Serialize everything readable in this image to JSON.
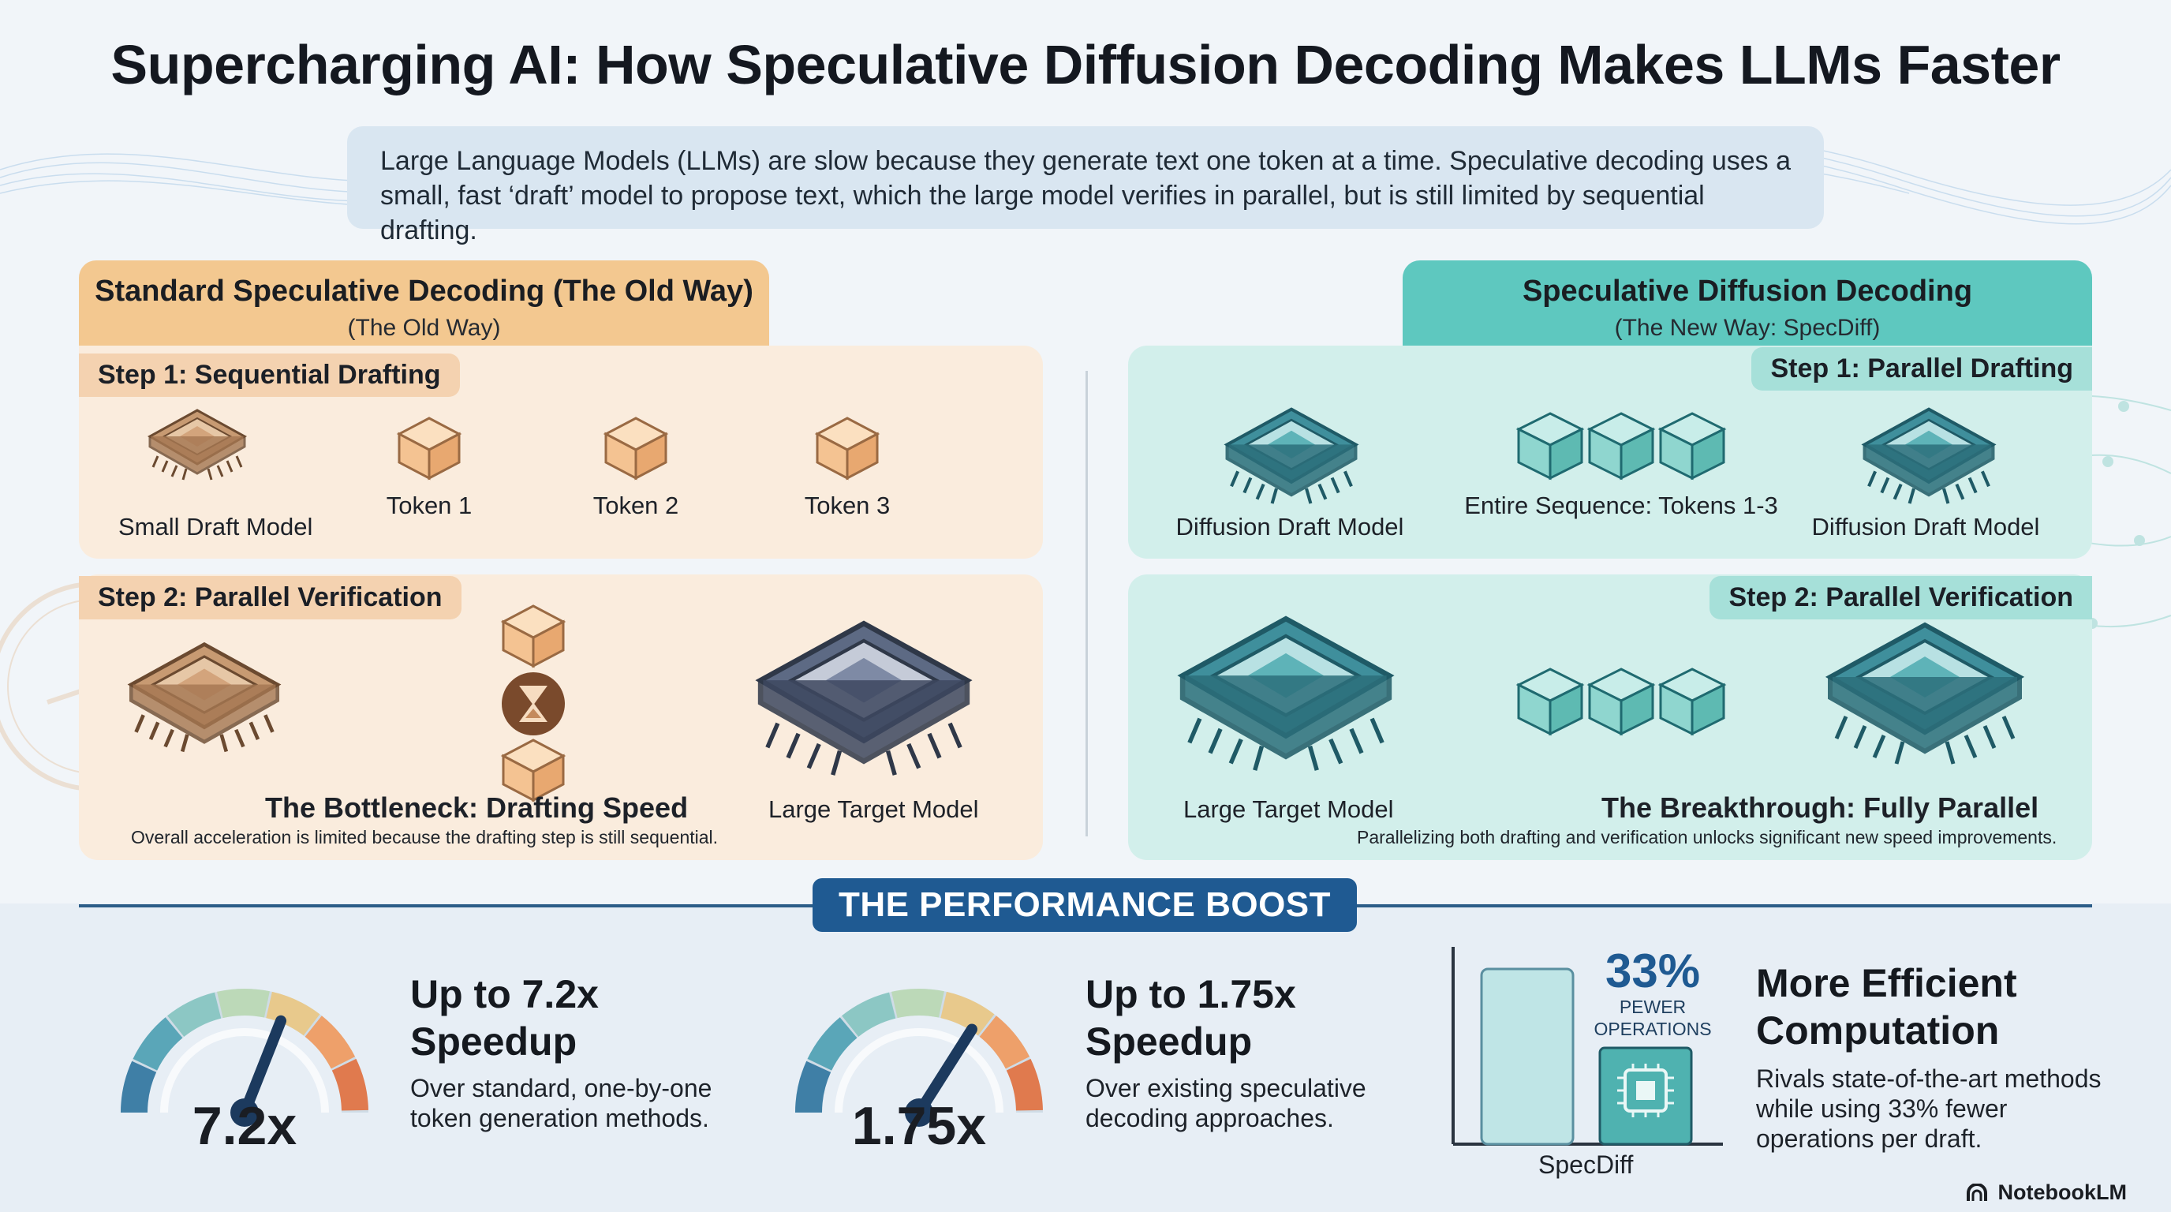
{
  "title": "Supercharging AI: How Speculative Diffusion Decoding Makes LLMs Faster",
  "intro": "Large Language Models (LLMs) are slow because they generate text one token at a time. Speculative decoding uses a small, fast ‘draft’ model to propose text, which the large model verifies in parallel, but is still limited by sequential drafting.",
  "old_way": {
    "title": "Standard Speculative Decoding (The Old Way)",
    "subtitle": "(The Old Way)",
    "step1": {
      "label": "Step 1: Sequential Drafting",
      "model": "Small Draft Model",
      "tokens": [
        "Token 1",
        "Token 2",
        "Token 3"
      ]
    },
    "step2": {
      "label": "Step 2: Parallel Verification",
      "bottleneck_title": "The Bottleneck: Drafting Speed",
      "bottleneck_note": "Overall acceleration is limited because the drafting step is still sequential.",
      "target_model": "Large Target Model"
    }
  },
  "new_way": {
    "title": "Speculative Diffusion Decoding",
    "subtitle": "(The New Way: SpecDiff)",
    "step1": {
      "label": "Step 1: Parallel Drafting",
      "model_left": "Diffusion Draft Model",
      "sequence": "Entire Sequence: Tokens 1-3",
      "model_right": "Diffusion Draft Model"
    },
    "step2": {
      "label": "Step 2: Parallel Verification",
      "target_model": "Large Target Model",
      "breakthrough_title": "The Breakthrough: Fully Parallel",
      "breakthrough_note": "Parallelizing both drafting and verification unlocks significant new speed improvements."
    }
  },
  "performance": {
    "title": "THE PERFORMANCE BOOST",
    "metric1": {
      "value": "7.2x",
      "title": "Up to 7.2x Speedup",
      "title_line1": "Up to 7.2x",
      "title_line2": "Speedup",
      "desc_line1": "Over standard, one-by-one",
      "desc_line2": "token generation methods.",
      "needle_level": 0.62
    },
    "metric2": {
      "value": "1.75x",
      "title_line1": "Up to 1.75x",
      "title_line2": "Speedup",
      "desc_line1": "Over existing speculative",
      "desc_line2": "decoding approaches.",
      "needle_level": 0.68
    },
    "metric3": {
      "percent": "33%",
      "percent_sub_line1": "PEWER",
      "percent_sub_line2": "OPERATIONS",
      "bar_label": "SpecDiff",
      "title_line1": "More Efficient",
      "title_line2": "Computation",
      "desc_line1": "Rivals state-of-the-art methods",
      "desc_line2": "while using 33% fewer",
      "desc_line3": "operations per draft."
    }
  },
  "brand": "NotebookLM",
  "colors": {
    "old_accent": "#f3c890",
    "new_accent": "#5ec8bf",
    "perf_accent": "#1f5a92"
  }
}
